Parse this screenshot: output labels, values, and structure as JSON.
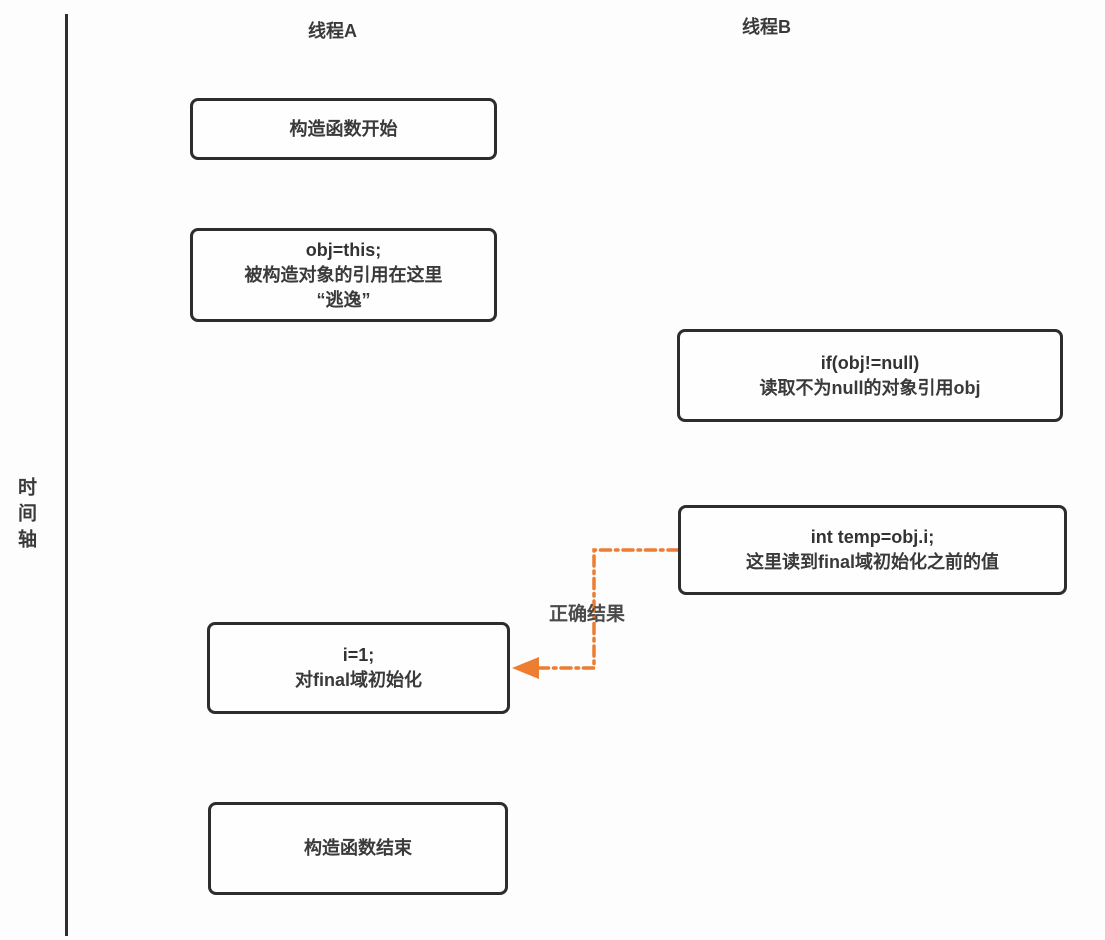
{
  "diagram": {
    "axis_label": "时间轴",
    "lanes": [
      {
        "label": "线程A"
      },
      {
        "label": "线程B"
      }
    ],
    "boxes": [
      {
        "id": "a1",
        "lane": "线程A",
        "lines": [
          "构造函数开始"
        ]
      },
      {
        "id": "a2",
        "lane": "线程A",
        "lines": [
          "obj=this;",
          "被构造对象的引用在这里",
          "“逃逸”"
        ]
      },
      {
        "id": "b1",
        "lane": "线程B",
        "lines": [
          "if(obj!=null)",
          "读取不为null的对象引用obj"
        ]
      },
      {
        "id": "b2",
        "lane": "线程B",
        "lines": [
          "int temp=obj.i;",
          "这里读到final域初始化之前的值"
        ]
      },
      {
        "id": "a3",
        "lane": "线程A",
        "lines": [
          "i=1;",
          "对final域初始化"
        ]
      },
      {
        "id": "a4",
        "lane": "线程A",
        "lines": [
          "构造函数结束"
        ]
      }
    ],
    "arrow": {
      "label": "正确结果",
      "from_box": "b2",
      "to_box": "a3",
      "style": "dash-dot",
      "color": "#ed7d31"
    },
    "colors": {
      "box_border": "#2d2d2d",
      "text": "#333333",
      "axis": "#2e2e2e",
      "arrow": "#ed7d31",
      "arrow_label": "#4a4a4a",
      "background": "#fdfdfd"
    }
  }
}
